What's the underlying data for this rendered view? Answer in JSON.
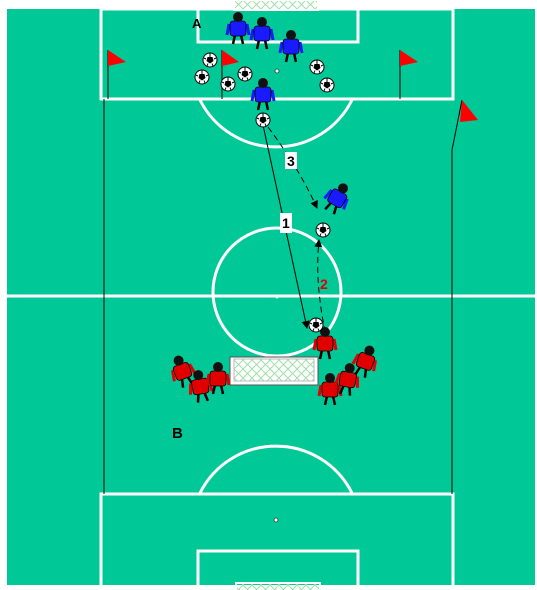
{
  "labels": {
    "group_a": "A",
    "group_b": "B",
    "pass_1": "1",
    "run_2": "2",
    "pass_3": "3"
  },
  "colors": {
    "pitch": "#00c896",
    "lines": "#ffffff",
    "flag": "#ff0000",
    "team_blue": "#1a1aff",
    "team_red": "#e00000",
    "label_2": "#e00000",
    "ink": "#000000"
  },
  "icons": {
    "player": "soccer-player-icon",
    "ball": "soccer-ball-icon",
    "flag": "corner-flag-icon",
    "goal": "goal-net-icon"
  }
}
